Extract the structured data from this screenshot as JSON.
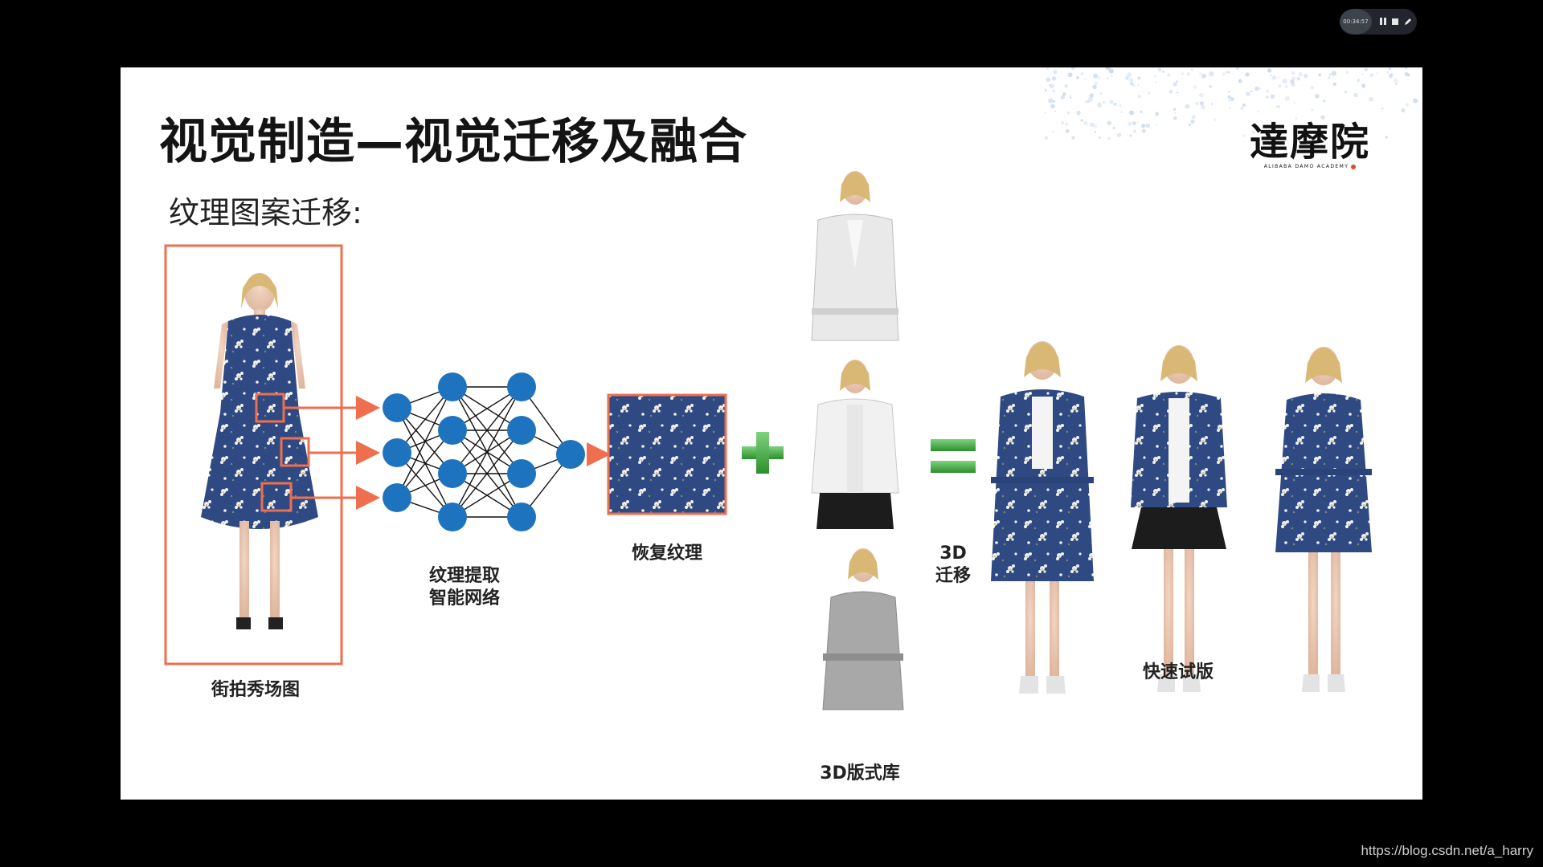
{
  "recorder": {
    "time": "00:34:57"
  },
  "slide": {
    "title": "视觉制造—视觉迁移及融合",
    "subtitle": "纹理图案迁移:",
    "logo": {
      "chinese": "達摩院",
      "english": "ALIBABA DAMO ACADEMY"
    },
    "captions": {
      "source": "街拍秀场图",
      "network_line1": "纹理提取",
      "network_line2": "智能网络",
      "texture": "恢复纹理",
      "transfer_line1": "3D",
      "transfer_line2": "迁移",
      "library": "3D版式库",
      "result": "快速试版"
    }
  },
  "watermark": "https://blog.csdn.net/a_harry",
  "colors": {
    "accent_orange": "#EE6E4E",
    "node_blue": "#1E73BE",
    "fabric_navy": "#2F4A82",
    "plus_green": "#3AA93A"
  }
}
